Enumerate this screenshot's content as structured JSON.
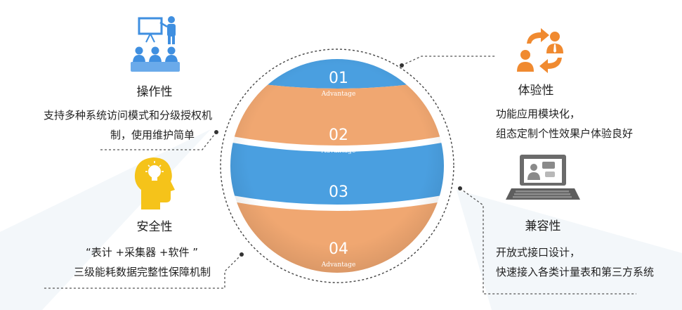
{
  "sphere": {
    "bands": [
      {
        "number": "01",
        "label": "Advantage",
        "color": "#4a9fe0"
      },
      {
        "number": "02",
        "label": "Advantage",
        "color": "#f0a771"
      },
      {
        "number": "03",
        "label": "Advantage",
        "color": "#4a9fe0"
      },
      {
        "number": "04",
        "label": "Advantage",
        "color": "#f0a771"
      }
    ]
  },
  "features": {
    "operability": {
      "icon": "presentation-icon",
      "title": "操作性",
      "lines": [
        "支持多种系统访问模式和分级授权机",
        "制，使用维护简单"
      ]
    },
    "security": {
      "icon": "head-lightbulb-icon",
      "title": "安全性",
      "lines": [
        "“表计 +采集器 +软件 ”",
        "三级能耗数据完整性保障机制"
      ]
    },
    "experience": {
      "icon": "user-exchange-icon",
      "title": "体验性",
      "lines": [
        "功能应用模块化，",
        "组态定制个性效果户体验良好"
      ]
    },
    "compatibility": {
      "icon": "laptop-chat-icon",
      "title": "兼容性",
      "lines": [
        "开放式接口设计，",
        "快速接入各类计量表和第三方系统"
      ]
    }
  },
  "colors": {
    "blue": "#4a9fe0",
    "orange": "#f0a771",
    "icon_blue": "#3f8fe0",
    "icon_orange": "#f08a30",
    "icon_yellow": "#f5c31a",
    "icon_gray": "#8a8a8a"
  }
}
